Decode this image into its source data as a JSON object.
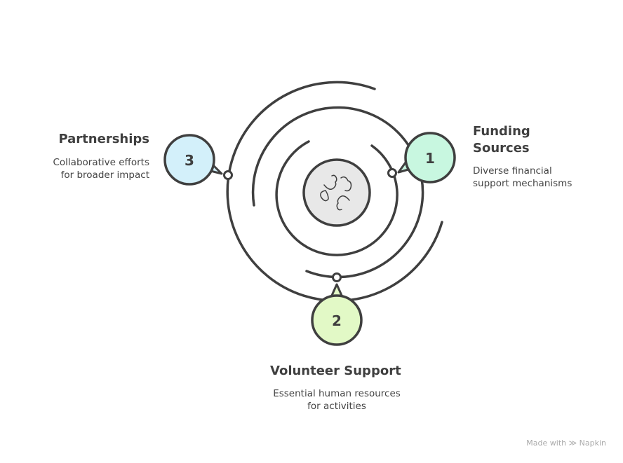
{
  "items": [
    {
      "number": "1",
      "title_line1": "Funding",
      "title_line2": "Sources",
      "description_line1": "Diverse financial",
      "description_line2": "support mechanisms",
      "color": "#c8f7e0"
    },
    {
      "number": "2",
      "title": "Volunteer Support",
      "description_line1": "Essential human resources",
      "description_line2": "for activities",
      "color": "#e2f9c6"
    },
    {
      "number": "3",
      "title": "Partnerships",
      "description_line1": "Collaborative efforts",
      "description_line2": "for broader impact",
      "color": "#d3f0fa"
    }
  ],
  "center_icon": "fist-bump-icon",
  "footer": {
    "made_with": "Made with",
    "brand": "Napkin"
  }
}
